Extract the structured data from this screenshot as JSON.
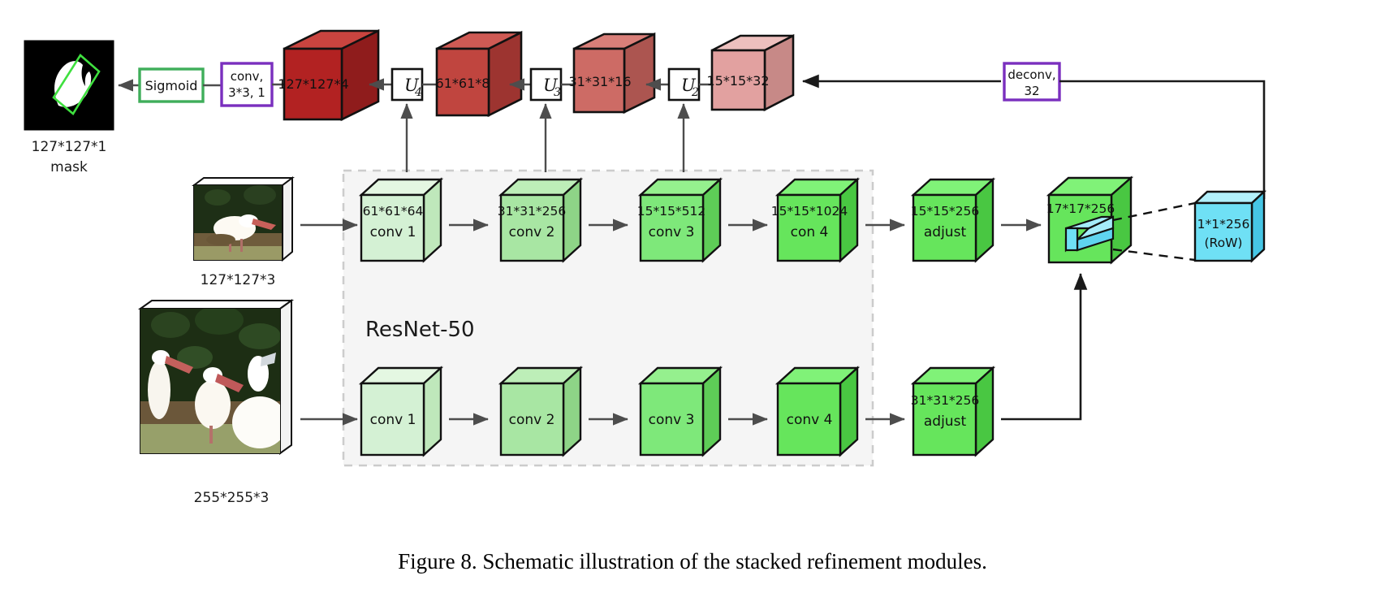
{
  "figure": {
    "caption": "Figure 8. Schematic illustration of the stacked refinement modules.",
    "group_label": "ResNet-50"
  },
  "colors": {
    "red_1": "#b22222",
    "red_2": "#c0453f",
    "red_3": "#cd6b65",
    "red_4": "#e2a1a0",
    "green_1": "#d4f1d4",
    "green_2": "#a8e6a3",
    "green_3": "#7ee87a",
    "green_4": "#66e55c",
    "green_5": "#63e052",
    "cyan": "#6fe0f5",
    "purple_border": "#7a2fbe",
    "green_border": "#3fae5a",
    "group_fill": "#f5f5f5",
    "group_border": "#cccccc",
    "arrow": "#4d4d4d"
  },
  "mask_output": {
    "size_label": "127*127*1",
    "name_label": "mask",
    "bg": "#000000",
    "outline": "#3fe03f"
  },
  "blocks": {
    "sigmoid": {
      "label": "Sigmoid",
      "border": "green"
    },
    "conv_head": {
      "line1": "conv,",
      "line2": "3*3,  1",
      "border": "purple"
    },
    "deconv": {
      "line1": "deconv,",
      "line2": "32",
      "border": "purple"
    }
  },
  "upsamplers": [
    {
      "name": "U",
      "sub": "4"
    },
    {
      "name": "U",
      "sub": "3"
    },
    {
      "name": "U",
      "sub": "2"
    }
  ],
  "refine_cubes": [
    {
      "label": "127*127*4",
      "shade": "red_1"
    },
    {
      "label": "61*61*8",
      "shade": "red_2"
    },
    {
      "label": "31*31*16",
      "shade": "red_3"
    },
    {
      "label": "15*15*32",
      "shade": "red_4"
    }
  ],
  "inputs": {
    "template": {
      "size_label": "127*127*3"
    },
    "search": {
      "size_label": "255*255*3"
    }
  },
  "backbone_top": [
    {
      "size": "61*61*64",
      "name": "conv 1",
      "shade": "green_1"
    },
    {
      "size": "31*31*256",
      "name": "conv 2",
      "shade": "green_2"
    },
    {
      "size": "15*15*512",
      "name": "conv 3",
      "shade": "green_3"
    },
    {
      "size": "15*15*1024",
      "name": "con 4",
      "shade": "green_4"
    }
  ],
  "backbone_bottom": [
    {
      "size": "",
      "name": "conv 1",
      "shade": "green_1"
    },
    {
      "size": "",
      "name": "conv 2",
      "shade": "green_2"
    },
    {
      "size": "",
      "name": "conv 3",
      "shade": "green_3"
    },
    {
      "size": "",
      "name": "conv 4",
      "shade": "green_4"
    }
  ],
  "adjust_top": {
    "size": "15*15*256",
    "name": "adjust",
    "shade": "green_5"
  },
  "adjust_bottom": {
    "size": "31*31*256",
    "name": "adjust",
    "shade": "green_5"
  },
  "correlation": {
    "size": "17*17*256",
    "name": "",
    "shade": "green_5"
  },
  "row_cube": {
    "line1": "1*1*256",
    "line2": "(RoW)",
    "shade": "cyan"
  }
}
